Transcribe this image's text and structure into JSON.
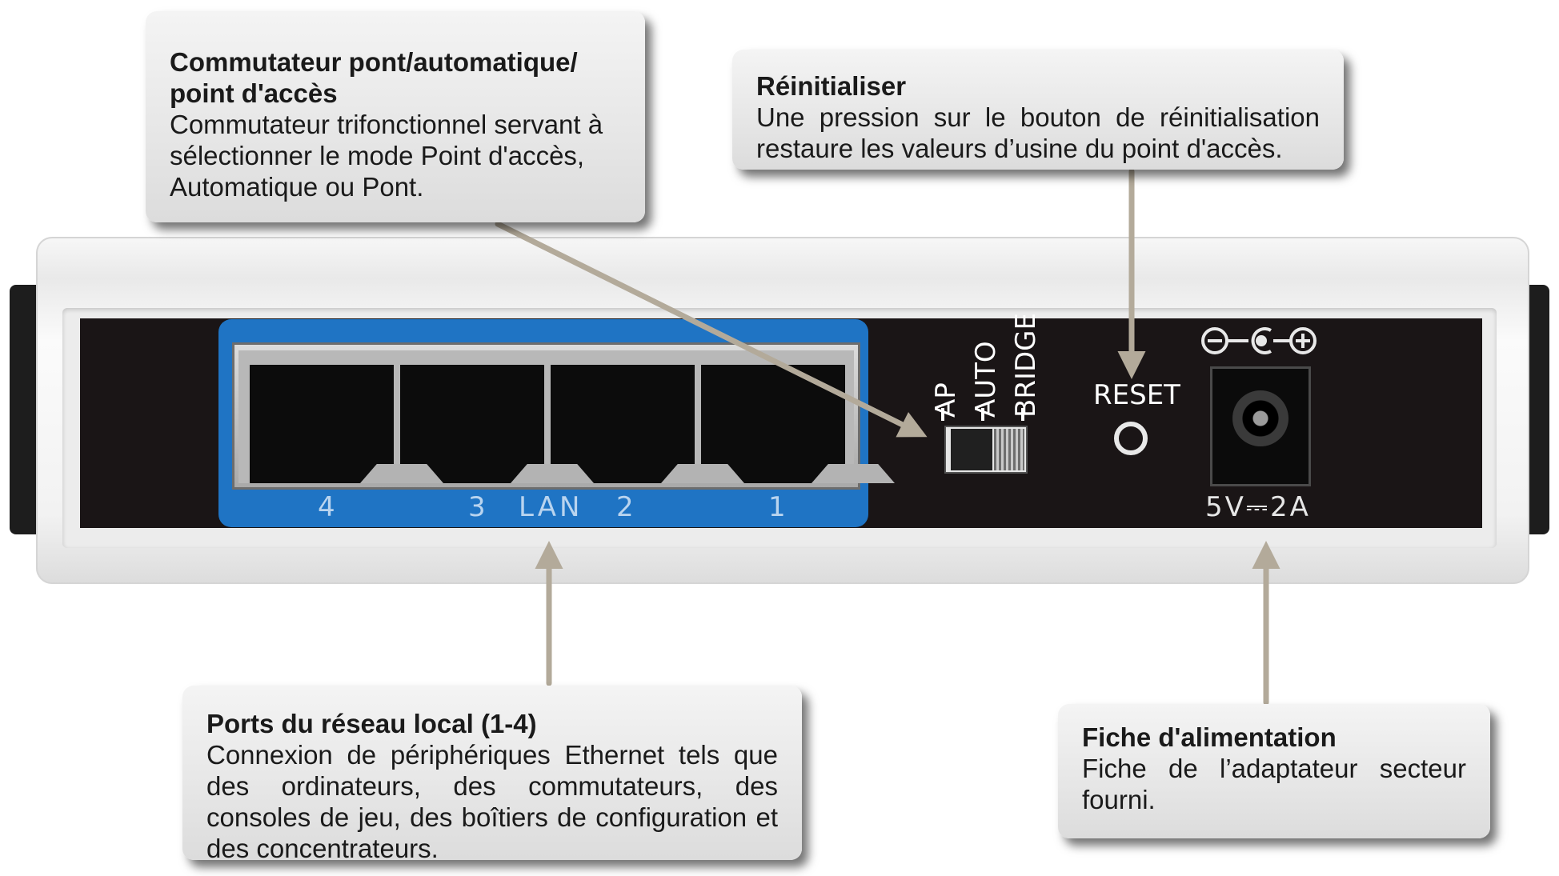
{
  "callouts": {
    "mode_switch": {
      "title": "Commutateur pont/automatique/ point d'accès",
      "description": "Commutateur trifonctionnel servant à sélectionner le mode Point d'accès, Automatique ou Pont."
    },
    "reset": {
      "title": "Réinitialiser",
      "description": "Une pression sur le bouton de réinitialisation restaure les valeurs d’usine du point d'accès."
    },
    "lan_ports": {
      "title": "Ports du réseau local (1-4)",
      "description": "Connexion de périphériques Ethernet tels que des ordinateurs, des commutateurs, des consoles de jeu, des boîtiers de configuration et des concentrateurs."
    },
    "power": {
      "title": "Fiche d'alimentation",
      "description": "Fiche de l’adaptateur secteur fourni."
    }
  },
  "device": {
    "lan_port_numbers": [
      "4",
      "3",
      "2",
      "1"
    ],
    "lan_label": "LAN",
    "mode_labels": [
      "AP",
      "AUTO",
      "BRIDGE"
    ],
    "reset_label": "RESET",
    "power_rating": "5V⎓2A",
    "polarity_symbol": "⊖-C-⊕",
    "panel_color": "#1a1516",
    "lan_block_color": "#1f74c4",
    "leader_line_color": "#b3aa9a"
  }
}
